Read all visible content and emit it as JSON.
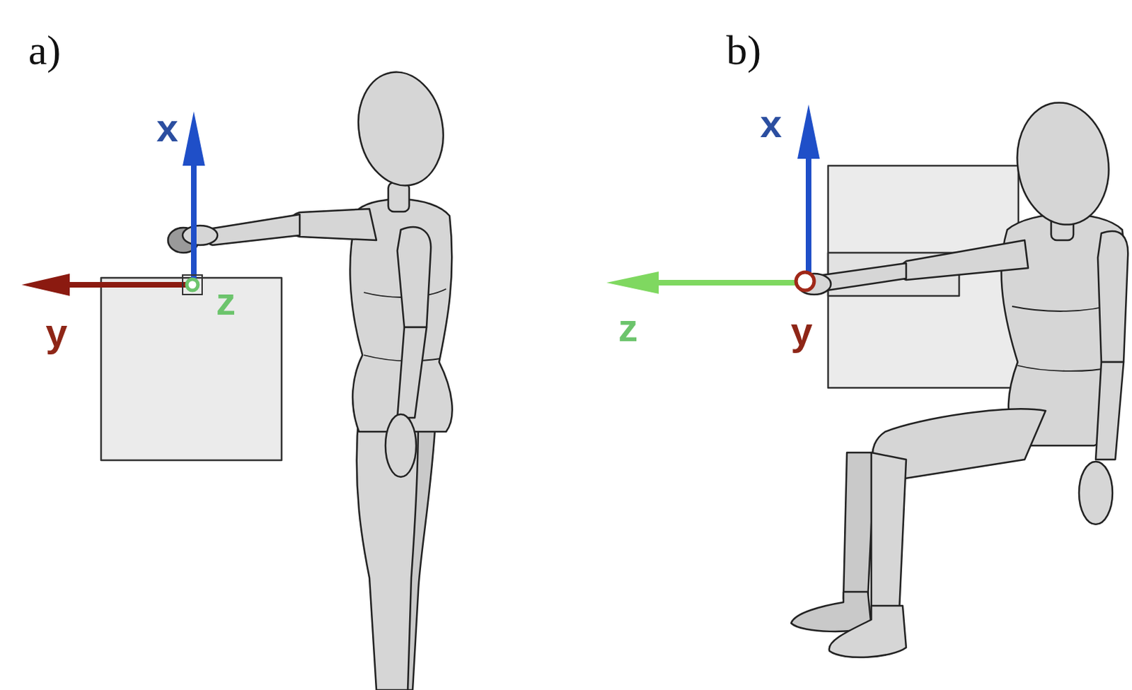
{
  "diagram": {
    "labels": [
      "a)",
      "x",
      "y",
      "z",
      "b)",
      "x",
      "z",
      "y"
    ]
  }
}
